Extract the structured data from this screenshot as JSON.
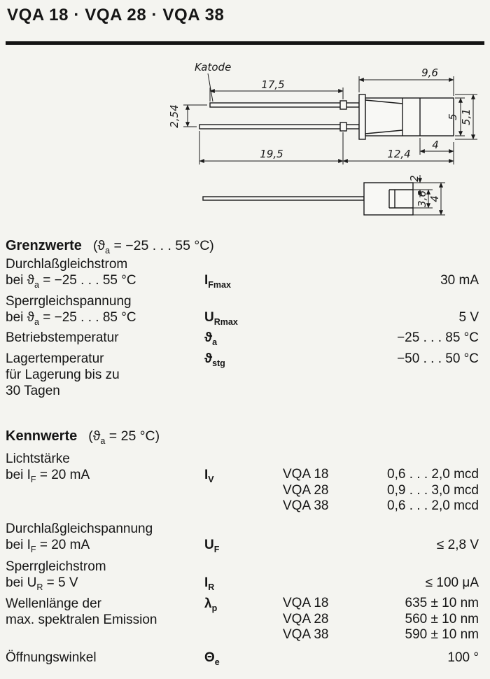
{
  "header": {
    "title": "VQA 18 · VQA 28 · VQA 38"
  },
  "drawing": {
    "katode": "Katode",
    "dim_lead_top": "17,5",
    "dim_body_top": "9,6",
    "dim_pitch": "2,54",
    "dim_dia_body": "5",
    "dim_dia_flange": "5,1",
    "dim_front_len": "4",
    "dim_lead_bottom": "19,5",
    "dim_body_bottom": "12,4",
    "dim_notch": "2",
    "dim_inner_height": "3,6",
    "dim_outer_height": "4"
  },
  "grenzwerte": {
    "heading": "Grenzwerte",
    "cond_pre": "(ϑ",
    "cond_sub": "a",
    "cond_post": " = −25 . . . 55 °C)",
    "rows": [
      {
        "line1": "Durchlaßgleichstrom",
        "line2_pre": "bei ϑ",
        "line2_sub": "a",
        "line2_post": " = −25 . . . 55 °C",
        "sym_main": "I",
        "sym_sub": "Fmax",
        "value": "30 mA"
      },
      {
        "line1": "Sperrgleichspannung",
        "line2_pre": "bei ϑ",
        "line2_sub": "a",
        "line2_post": " = −25 . . . 85 °C",
        "sym_main": "U",
        "sym_sub": "Rmax",
        "value": "5 V"
      },
      {
        "line1": "Betriebstemperatur",
        "sym_main": "ϑ",
        "sym_sub": "a",
        "value": "−25 . . . 85 °C"
      },
      {
        "line1": "Lagertemperatur",
        "line2": "für Lagerung bis zu",
        "line3": "30 Tagen",
        "sym_main": "ϑ",
        "sym_sub": "stg",
        "value": "−50 . . . 50 °C"
      }
    ]
  },
  "kennwerte": {
    "heading": "Kennwerte",
    "cond_pre": "(ϑ",
    "cond_sub": "a",
    "cond_post": " = 25 °C)",
    "rows": [
      {
        "line1": "Lichtstärke",
        "line2_pre": "bei I",
        "line2_sub": "F",
        "line2_post": " = 20 mA",
        "sym_main": "I",
        "sym_sub": "V",
        "variants": [
          {
            "name": "VQA 18",
            "value": "0,6 . . . 2,0 mcd"
          },
          {
            "name": "VQA 28",
            "value": "0,9 . . . 3,0 mcd"
          },
          {
            "name": "VQA 38",
            "value": "0,6 . . . 2,0 mcd"
          }
        ]
      },
      {
        "line1": "Durchlaßgleichspannung",
        "line2_pre": "bei I",
        "line2_sub": "F",
        "line2_post": " = 20 mA",
        "sym_main": "U",
        "sym_sub": "F",
        "value": "≤ 2,8 V"
      },
      {
        "line1": "Sperrgleichstrom",
        "line2_pre": "bei U",
        "line2_sub": "R",
        "line2_post": " = 5 V",
        "sym_main": "I",
        "sym_sub": "R",
        "value": "≤ 100 μA"
      },
      {
        "line1": "Wellenlänge der",
        "line2": "max. spektralen Emission",
        "sym_main": "λ",
        "sym_sub": "p",
        "variants": [
          {
            "name": "VQA 18",
            "value": "635 ± 10 nm"
          },
          {
            "name": "VQA 28",
            "value": "560 ± 10 nm"
          },
          {
            "name": "VQA 38",
            "value": "590 ± 10 nm"
          }
        ]
      },
      {
        "line1": "Öffnungswinkel",
        "sym_main": "Θ",
        "sym_sub": "e",
        "value": "100 °"
      }
    ]
  }
}
